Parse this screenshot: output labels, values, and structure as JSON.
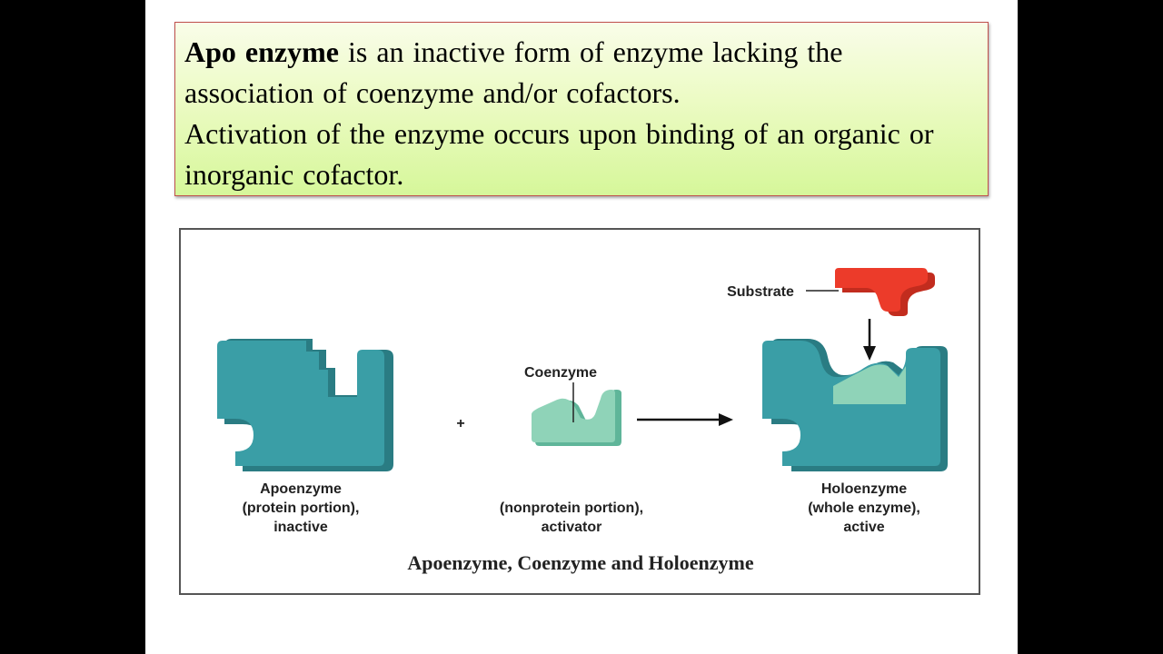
{
  "text": {
    "line1_bold": "Apo enzyme",
    "line1_rest": " is an inactive form of enzyme lacking the association of coenzyme and/or cofactors.",
    "line2": "Activation of the enzyme occurs upon binding of an organic or inorganic cofactor."
  },
  "diagram": {
    "apoenzyme_label": [
      "Apoenzyme",
      "(protein portion),",
      "inactive"
    ],
    "coenzyme_label": "Coenzyme",
    "coenzyme_sublabel": [
      "(nonprotein portion),",
      "activator"
    ],
    "holoenzyme_label": [
      "Holoenzyme",
      "(whole enzyme),",
      "active"
    ],
    "substrate_label": "Substrate",
    "plus_sign": "+",
    "caption": "Apoenzyme, Coenzyme and Holoenzyme"
  },
  "colors": {
    "enzyme_teal": "#3a9ea6",
    "enzyme_teal_dark": "#2a7c83",
    "coenzyme_mint": "#8fd3b8",
    "substrate_red": "#ec3b2a",
    "box_border": "#c0504d"
  }
}
